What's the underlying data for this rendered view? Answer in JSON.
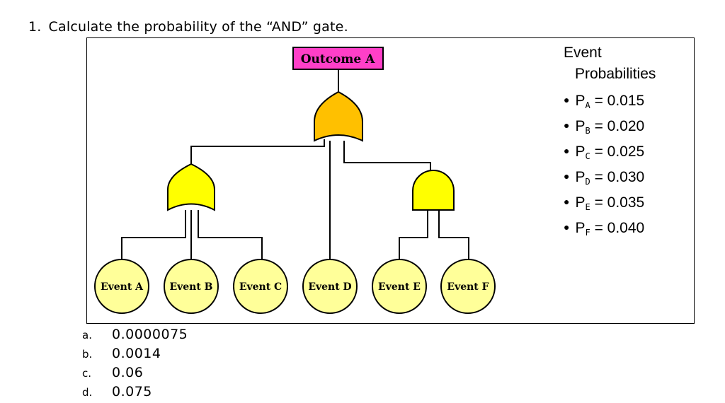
{
  "question": {
    "number": "1.",
    "text": "Calculate the probability of the “AND” gate."
  },
  "diagram": {
    "top_event": "Outcome A",
    "events": [
      "Event A",
      "Event B",
      "Event C",
      "Event D",
      "Event E",
      "Event F"
    ],
    "colors": {
      "top_event_fill": "#ff3fc8",
      "or_gate_top_fill": "#ffc000",
      "or_gate_left_fill": "#ffff00",
      "and_gate_fill": "#ffff00",
      "event_fill": "#ffff99"
    }
  },
  "probabilities": {
    "title_line1": "Event",
    "title_line2": "Probabilities",
    "items": [
      {
        "symbol": "P",
        "sub": "A",
        "value": "= 0.015"
      },
      {
        "symbol": "P",
        "sub": "B",
        "value": "= 0.020"
      },
      {
        "symbol": "P",
        "sub": "C",
        "value": "= 0.025"
      },
      {
        "symbol": "P",
        "sub": "D",
        "value": "= 0.030"
      },
      {
        "symbol": "P",
        "sub": "E",
        "value": "= 0.035"
      },
      {
        "symbol": "P",
        "sub": "F",
        "value": "= 0.040"
      }
    ]
  },
  "answers": [
    {
      "letter": "a.",
      "value": "0.0000075"
    },
    {
      "letter": "b.",
      "value": "0.0014"
    },
    {
      "letter": "c.",
      "value": "0.06"
    },
    {
      "letter": "d.",
      "value": "0.075"
    }
  ]
}
